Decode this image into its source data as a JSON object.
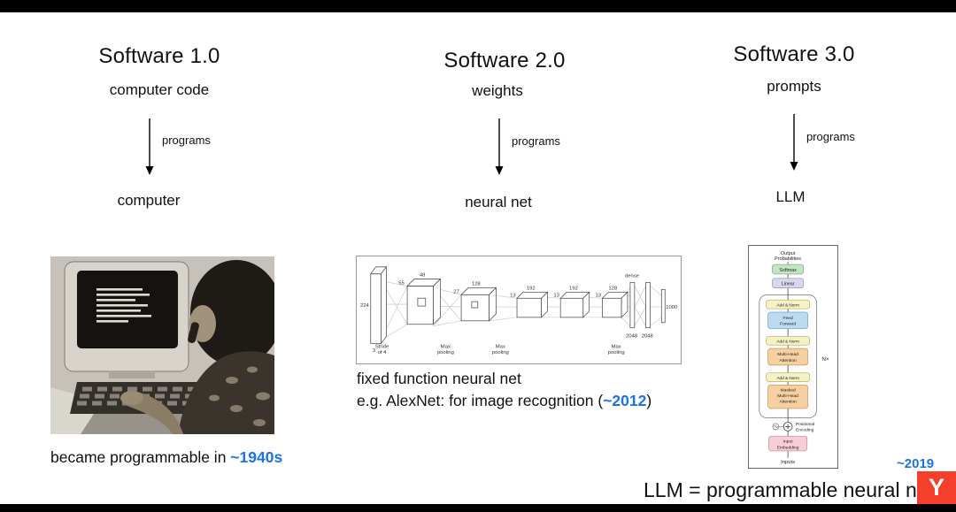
{
  "page": {
    "background": "#ffffff",
    "letterbox_color": "#000000",
    "accent_blue": "#1a73e8"
  },
  "col1": {
    "title": "Software 1.0",
    "source": "computer code",
    "arrow_label": "programs",
    "target": "computer",
    "caption_prefix": "became programmable in ",
    "caption_year": "~1940s"
  },
  "col2": {
    "title": "Software 2.0",
    "source": "weights",
    "arrow_label": "programs",
    "target": "neural net",
    "caption_line1": "fixed function neural net",
    "caption_line2_prefix": "e.g. AlexNet: for image recognition (",
    "caption_year": "~2012",
    "caption_line2_suffix": ")"
  },
  "col3": {
    "title": "Software 3.0",
    "source": "prompts",
    "arrow_label": "programs",
    "target": "LLM",
    "year": "~2019",
    "bottom_text": "LLM = programmable neural net"
  },
  "alexnet": {
    "dim_224": "224",
    "dim_3": "3",
    "dim_55": "55",
    "dim_48": "48",
    "dim_27": "27",
    "dim_128": "128",
    "dim_13": "13",
    "dim_192": "192",
    "dense": "dense",
    "dim_2048": "2048",
    "dim_1000": "1000",
    "stride_line1": "Stride",
    "stride_line2": "of 4",
    "max": "Max",
    "pooling": "pooling"
  },
  "transformer": {
    "output_prob_1": "Output",
    "output_prob_2": "Probabilities",
    "softmax": "Softmax",
    "linear": "Linear",
    "add_norm": "Add & Norm",
    "ff_1": "Feed",
    "ff_2": "Forward",
    "mha_1": "Multi-Head",
    "mha_2": "Attention",
    "masked_1": "Masked",
    "masked_2": "Multi-Head",
    "masked_3": "Attention",
    "n_x": "N×",
    "pos_enc_1": "Positional",
    "pos_enc_2": "Encoding",
    "input_emb_1": "Input",
    "input_emb_2": "Embedding",
    "inputs": "Inputs"
  },
  "logo": {
    "letter": "Y",
    "color": "#f4402a"
  }
}
